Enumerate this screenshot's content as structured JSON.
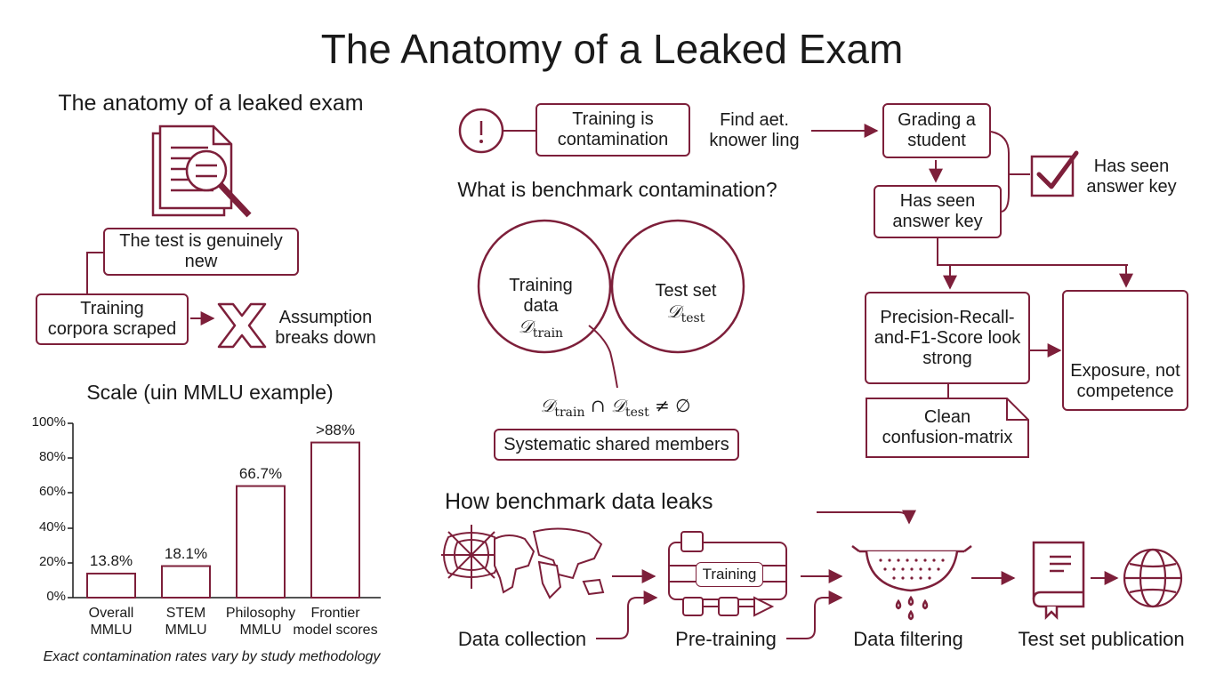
{
  "title": "The Anatomy of a Leaked Exam",
  "colors": {
    "accent": "#7d1f3a",
    "accent_fill": "#e2bcc8",
    "text": "#1a1a1a"
  },
  "left_panel": {
    "heading": "The anatomy of a leaked exam",
    "doc_icon": "document-magnifier-icon",
    "test_new": "The test is genuinely\nnew",
    "training_scraped": "Training\ncorpora scraped",
    "assumption": "Assumption\nbreaks down"
  },
  "top_flow": {
    "training_contam": "Training is\ncontamination",
    "find_text": "Find aet.\nknower ling",
    "grading": "Grading a\nstudent",
    "has_seen_box": "Has seen\nanswer key",
    "has_seen_side": "Has seen\nanswer key",
    "precision": "Precision-Recall-\nand-F1-Score look\nstrong",
    "exposure": "Exposure, not\ncompetence",
    "confusion": "Clean\nconfusion-matrix"
  },
  "venn": {
    "question": "What is benchmark contamination?",
    "train_label": "Training\ndata",
    "train_sym": "𝒟",
    "train_sub": "train",
    "test_label": "Test set",
    "test_sym": "𝒟",
    "test_sub": "test",
    "intersection_sym1": "𝒟",
    "intersection_sub1": "train",
    "intersection_op": "∩",
    "intersection_sym2": "𝒟",
    "intersection_sub2": "test",
    "intersection_rel": "≠ ∅",
    "shared": "Systematic shared members"
  },
  "chart_data": {
    "type": "bar",
    "title": "Scale (uin MMLU example)",
    "categories": [
      "Overall\nMMLU",
      "STEM\nMMLU",
      "Philosophy\nMMLU",
      "Frontier\nmodel scores"
    ],
    "values": [
      13.8,
      18.1,
      64,
      89
    ],
    "data_labels": [
      "13.8%",
      "18.1%",
      "66.7%",
      ">88%"
    ],
    "yticks": [
      "0%",
      "20%",
      "40%",
      "60%",
      "80%",
      "100%"
    ],
    "ylim": [
      0,
      100
    ],
    "footnote": "Exact contamination rates vary by study methodology"
  },
  "leak_flow": {
    "heading": "How benchmark data leaks",
    "training_chip": "Training",
    "stages": [
      "Data collection",
      "Pre-training",
      "Data filtering",
      "Test set publication"
    ]
  }
}
